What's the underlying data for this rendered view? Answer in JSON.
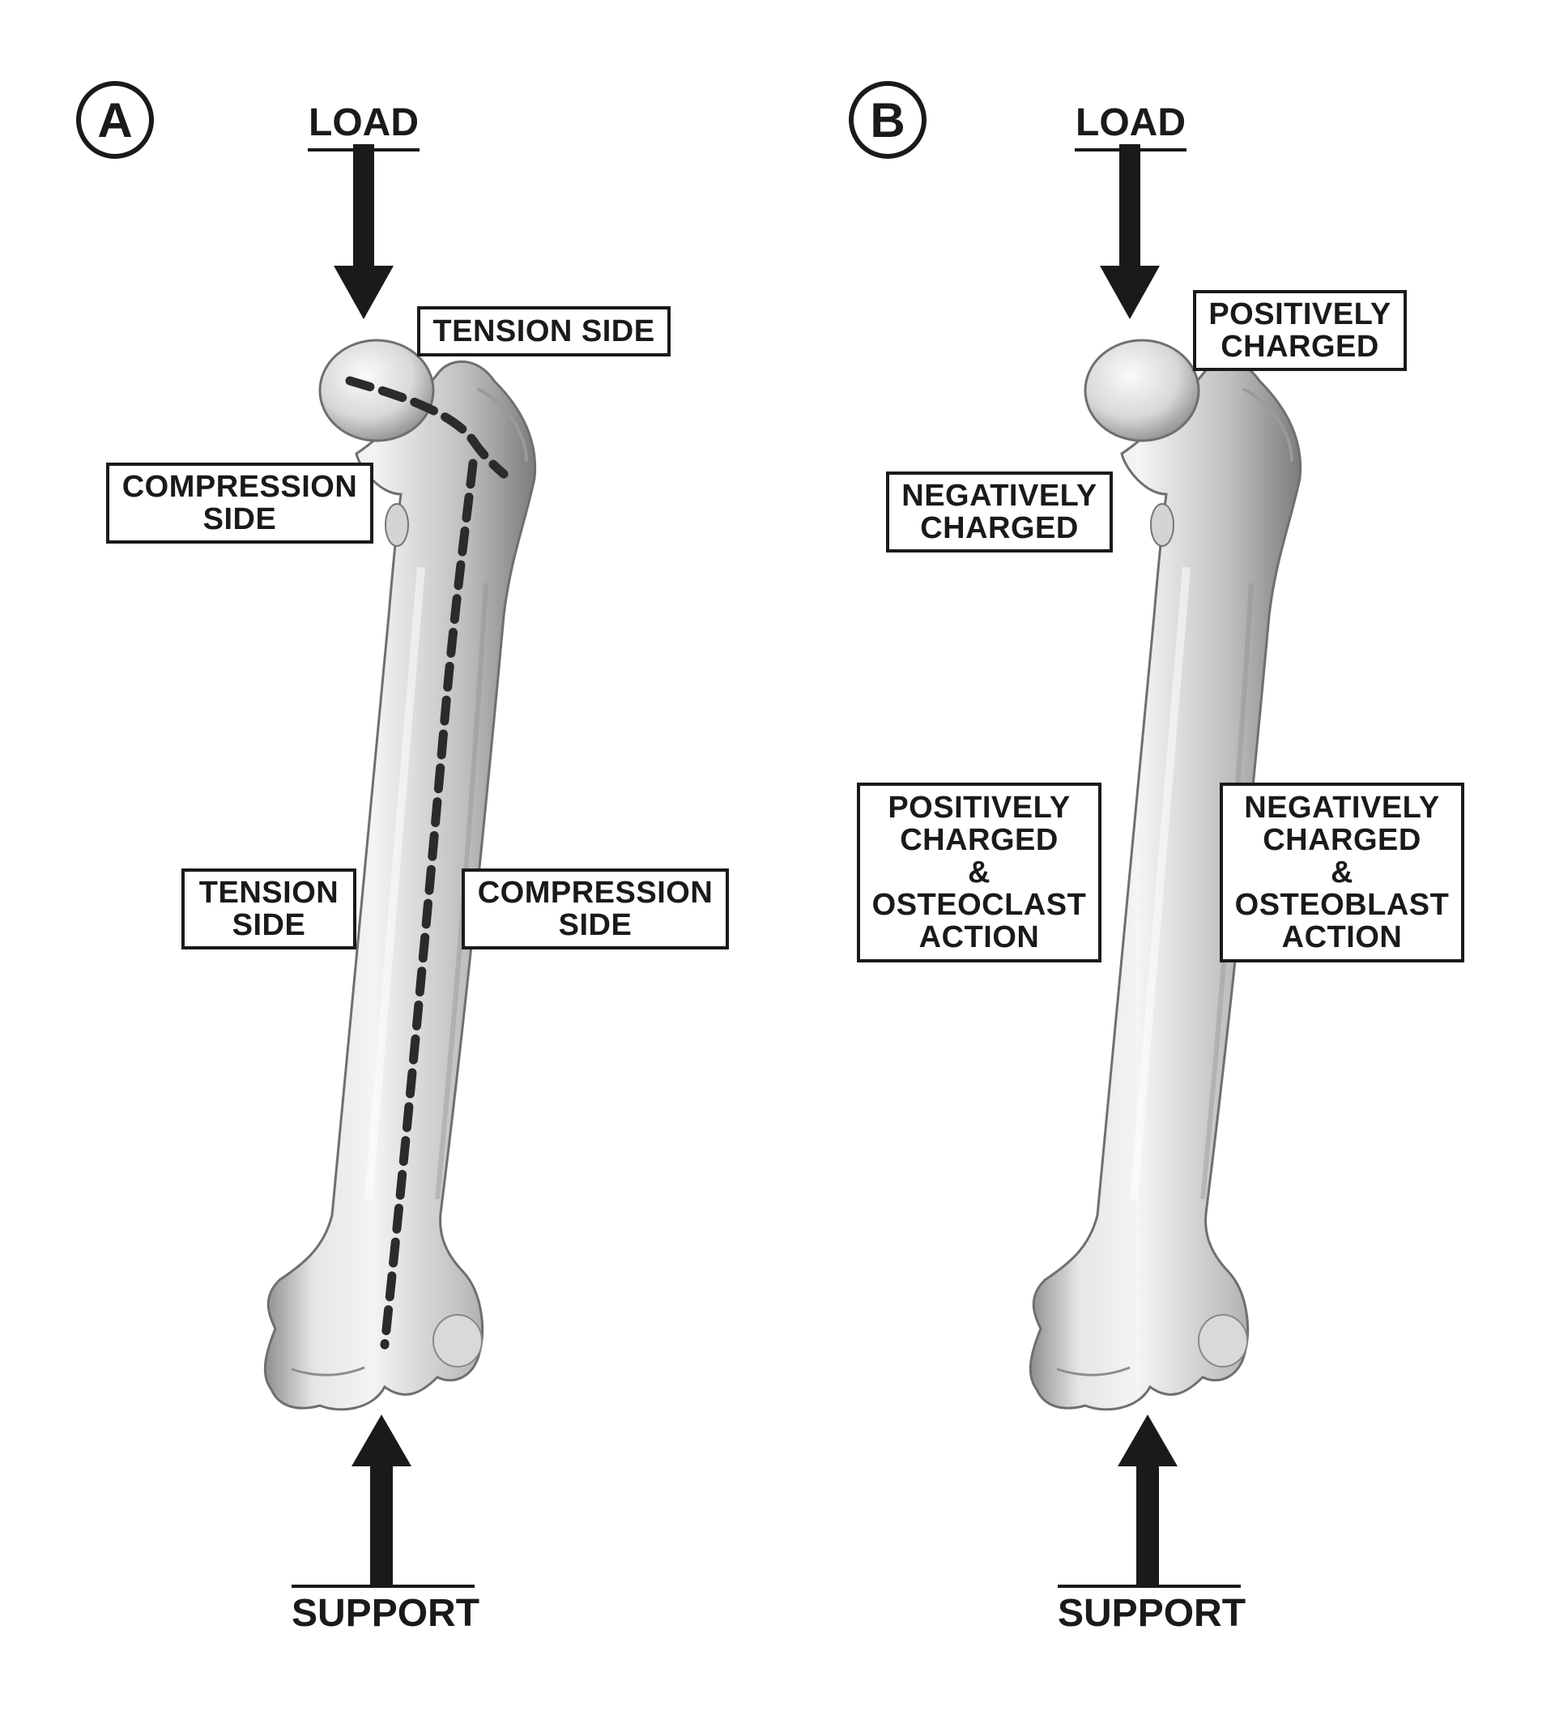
{
  "colors": {
    "ink": "#1a1a1a",
    "bone_light": "#efefef",
    "bone_mid": "#c9c9c9",
    "bone_dark": "#8a8a8a",
    "background": "#ffffff"
  },
  "panel_a": {
    "badge": "A",
    "load_label": "LOAD",
    "support_label": "SUPPORT",
    "labels": {
      "tension_side_top": "TENSION SIDE",
      "compression_side_top": "COMPRESSION\nSIDE",
      "tension_side_shaft": "TENSION\nSIDE",
      "compression_side_shaft": "COMPRESSION\nSIDE"
    }
  },
  "panel_b": {
    "badge": "B",
    "load_label": "LOAD",
    "support_label": "SUPPORT",
    "labels": {
      "positively_charged_top": "POSITIVELY\nCHARGED",
      "negatively_charged_top": "NEGATIVELY\nCHARGED",
      "positive_osteoclast": "POSITIVELY\nCHARGED\n&\nOSTEOCLAST\nACTION",
      "negative_osteoblast": "NEGATIVELY\nCHARGED\n&\nOSTEOBLAST\nACTION"
    }
  }
}
